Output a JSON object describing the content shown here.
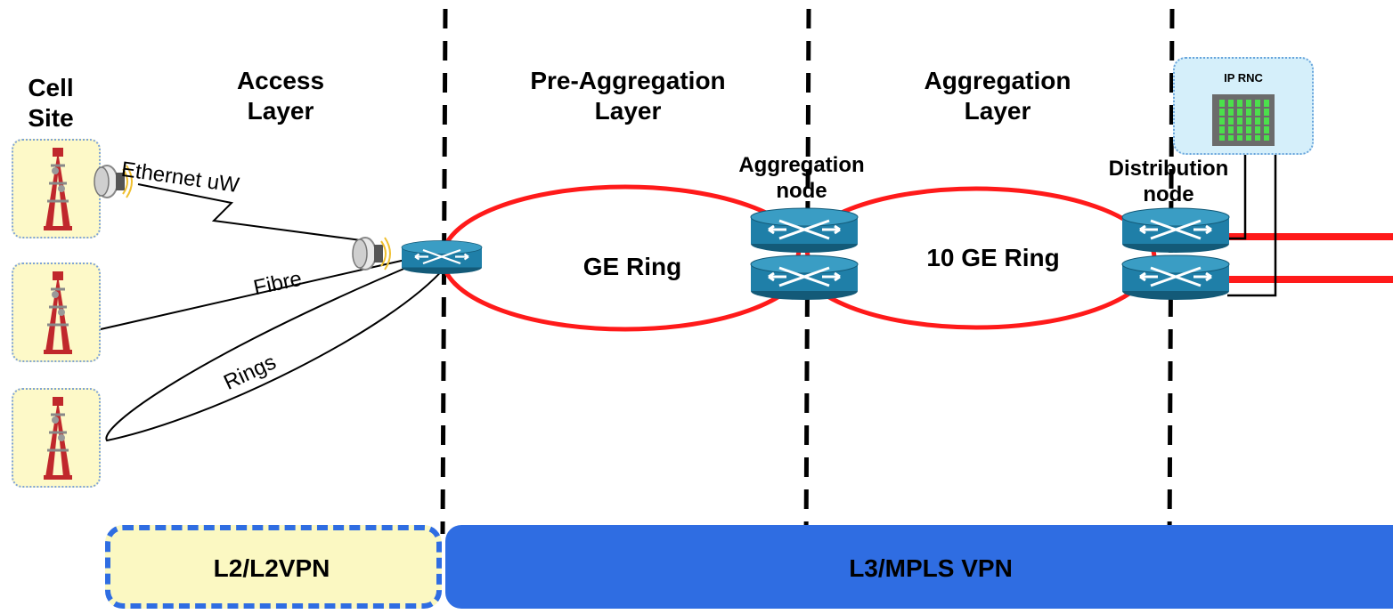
{
  "layers": {
    "cell_site": "Cell\nSite",
    "access": "Access\nLayer",
    "pre_aggregation": "Pre-Aggregation\nLayer",
    "aggregation": "Aggregation\nLayer"
  },
  "links": {
    "ethernet_uw": "Ethernet uW",
    "fibre": "Fibre",
    "rings": "Rings"
  },
  "rings": {
    "ge": "GE Ring",
    "ten_ge": "10 GE Ring"
  },
  "nodes": {
    "aggregation_node": "Aggregation\nnode",
    "distribution_node": "Distribution\nnode",
    "ip_rnc": "IP RNC"
  },
  "vpn": {
    "l2": "L2/L2VPN",
    "l3": "L3/MPLS VPN"
  },
  "colors": {
    "ring": "#ff1a1a",
    "router": "#1f7fa8",
    "l2_fill": "#fbf8c2",
    "l3_fill": "#2f6de2",
    "site_fill": "#fdf9c8",
    "rnc_fill": "#d5effa",
    "tower": "#c0282c"
  }
}
